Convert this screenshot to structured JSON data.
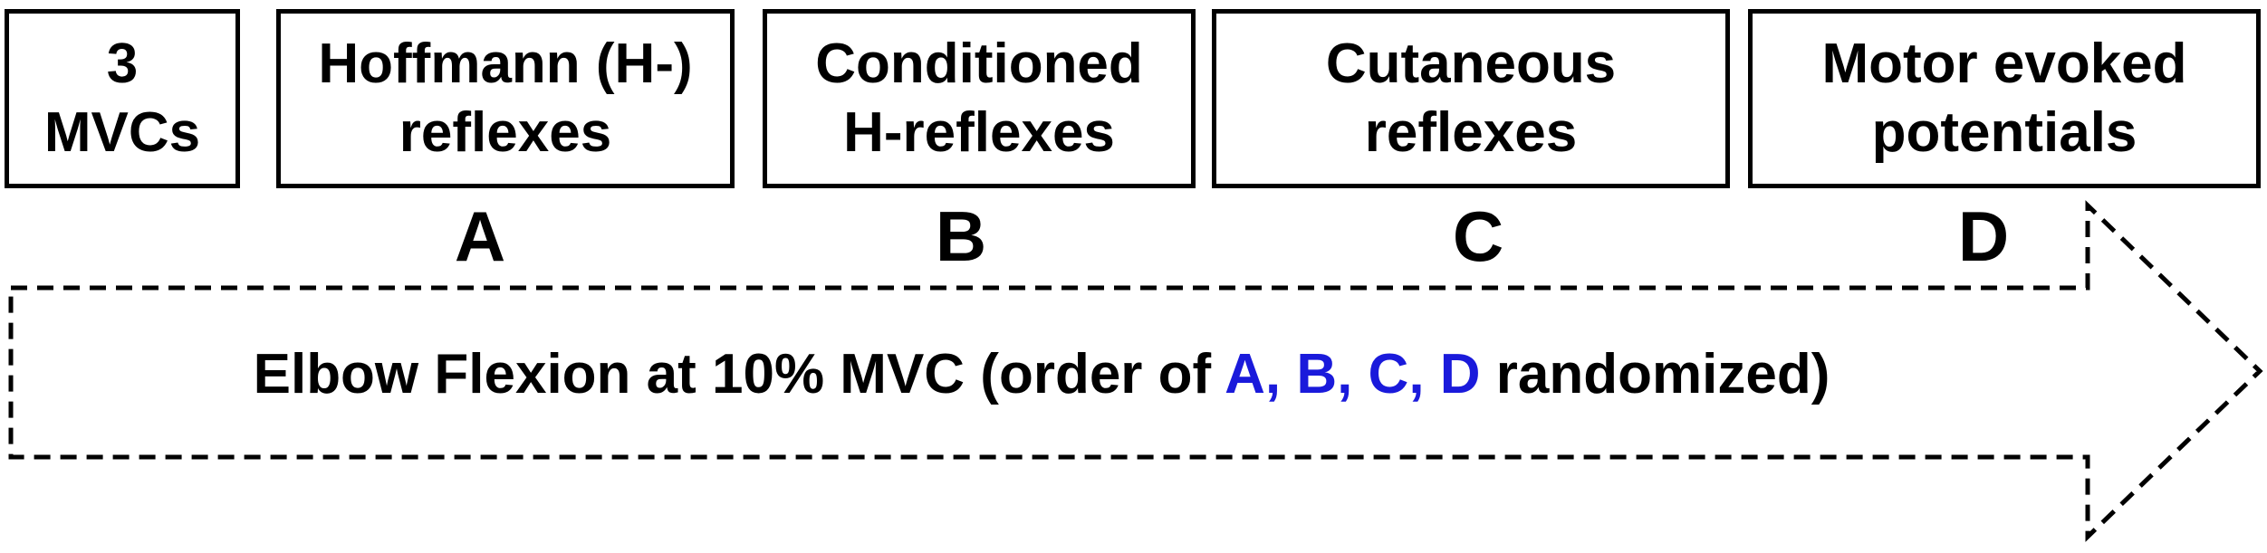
{
  "steps": [
    {
      "line1": "3",
      "line2": "MVCs"
    },
    {
      "line1": "Hoffmann (H-)",
      "line2": "reflexes"
    },
    {
      "line1": "Conditioned",
      "line2": "H-reflexes"
    },
    {
      "line1": "Cutaneous",
      "line2": "reflexes"
    },
    {
      "line1": "Motor evoked",
      "line2": "potentials"
    }
  ],
  "labels": [
    "A",
    "B",
    "C",
    "D"
  ],
  "arrow": {
    "text_before": "Elbow Flexion at 10% MVC (order of ",
    "highlighted": "A, B, C, D",
    "text_after": " randomized)"
  },
  "colors": {
    "highlight": "#1a1adb",
    "border": "#000000",
    "background": "#ffffff"
  }
}
